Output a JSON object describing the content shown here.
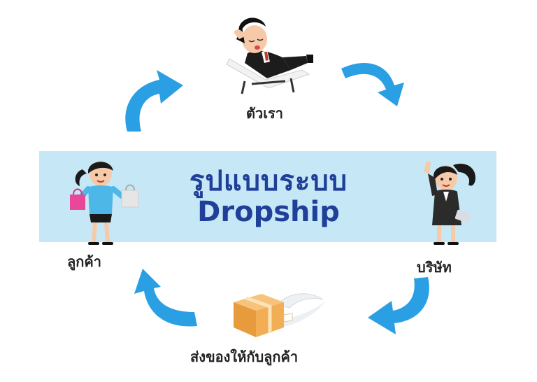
{
  "title": {
    "line1": "รูปแบบระบบ",
    "line2": "Dropship"
  },
  "nodes": {
    "us": "ตัวเรา",
    "company": "บริษัท",
    "shipping": "ส่งของให้กับลูกค้า",
    "customer": "ลูกค้า"
  },
  "colors": {
    "band": "#c6e8f6",
    "title": "#1f3f99",
    "arrow": "#2a9fe3",
    "label": "#222222"
  },
  "icons": {
    "us": "relaxing-businessman-icon",
    "company": "businesswoman-icon",
    "shipping": "flying-package-icon",
    "customer": "shopping-woman-icon",
    "arrows": "curved-arrow-icon"
  }
}
